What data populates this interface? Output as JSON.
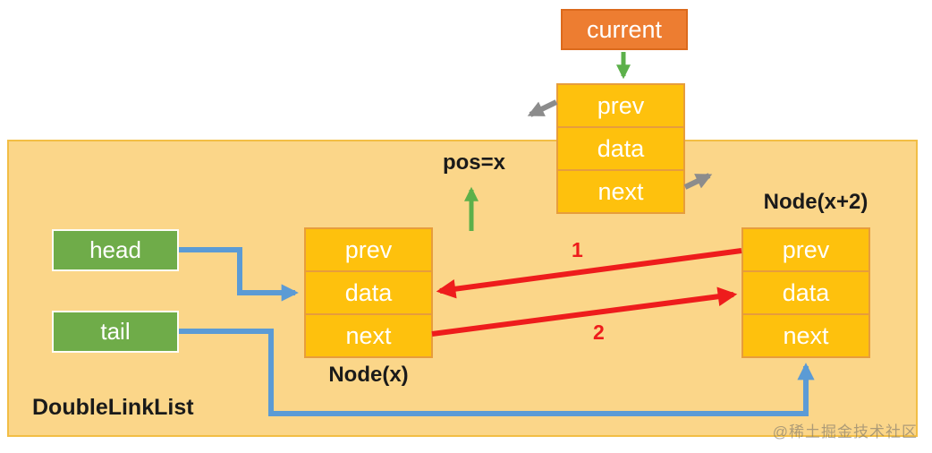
{
  "labels": {
    "current": "current",
    "pos": "pos=x",
    "container": "DoubleLinkList",
    "node_x": "Node(x)",
    "node_x2": "Node(x+2)",
    "head": "head",
    "tail": "tail",
    "step1": "1",
    "step2": "2"
  },
  "nodes": {
    "current": {
      "cells": [
        "prev",
        "data",
        "next"
      ]
    },
    "node_x": {
      "cells": [
        "prev",
        "data",
        "next"
      ]
    },
    "node_x2": {
      "cells": [
        "prev",
        "data",
        "next"
      ]
    }
  },
  "watermark": "@稀土掘金技术社区",
  "colors": {
    "container_fill": "#FBD689",
    "container_border": "#F2BE45",
    "node_fill": "#FEC10D",
    "node_border": "#E79D3C",
    "current_fill": "#ED7D31",
    "current_border": "#DC6A1C",
    "pointer_box_green": "#6FAC49",
    "arrow_blue": "#5B9BD5",
    "arrow_red": "#EE1C1C",
    "arrow_green": "#5CB04A",
    "arrow_gray": "#8C8C8C",
    "label_black": "#1A1A1A"
  }
}
